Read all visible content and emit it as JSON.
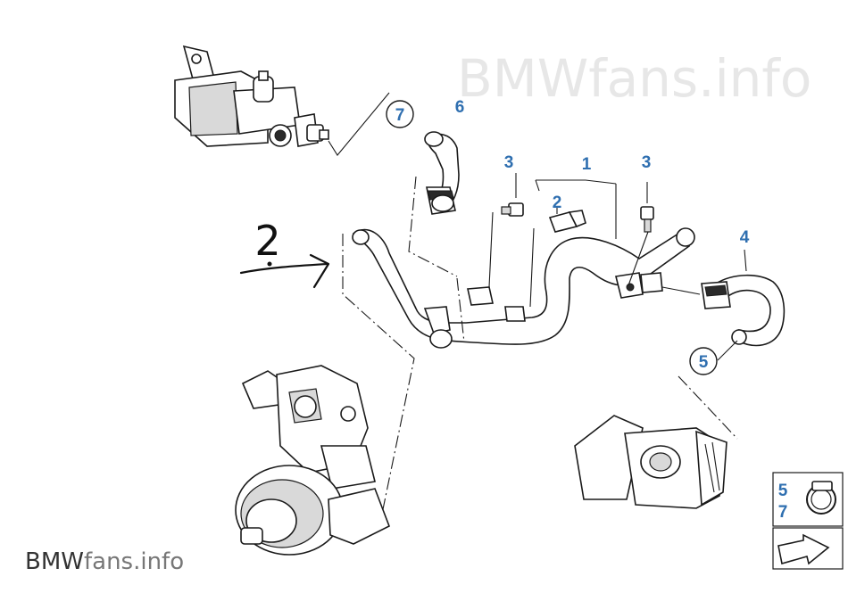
{
  "watermark": {
    "top_brand": "BMW",
    "top_site": "fans.info",
    "bottom_brand": "BMW",
    "bottom_site": "fans.info"
  },
  "callouts": {
    "hose_main": "1",
    "bolt_mid": "2",
    "bolt_left": "3",
    "bolt_right": "3",
    "hose_right": "4",
    "clamp_lower": "5",
    "hose_upper": "6",
    "clamp_upper": "7"
  },
  "annotation": {
    "handwritten_number": "2"
  },
  "legend": {
    "item_a": "5",
    "item_b": "7"
  },
  "colors": {
    "callout": "#2f6fb0",
    "watermark": "#e7e7e7",
    "line": "#1a1a1a"
  }
}
